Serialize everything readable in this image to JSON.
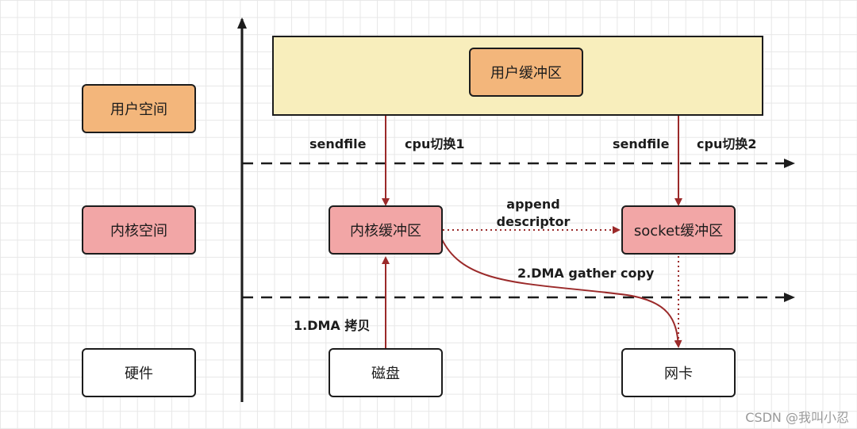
{
  "colors": {
    "user_space": "#f3b67b",
    "kernel_space": "#f2a6a6",
    "user_panel": "#f8eebc",
    "arrow": "#9b2a2a",
    "axis": "#1c1c1c"
  },
  "layers": {
    "user_space": "用户空间",
    "kernel_space": "内核空间",
    "hardware": "硬件"
  },
  "boxes": {
    "user_buffer": "用户缓冲区",
    "kernel_buffer": "内核缓冲区",
    "socket_buffer": "socket缓冲区",
    "disk": "磁盘",
    "nic": "网卡"
  },
  "labels": {
    "sendfile_1": "sendfile",
    "cpu_switch_1": "cpu切换1",
    "sendfile_2": "sendfile",
    "cpu_switch_2": "cpu切换2",
    "append_descriptor_line1": "append",
    "append_descriptor_line2": "descriptor",
    "dma_gather_copy": "2.DMA gather copy",
    "dma_copy": "1.DMA 拷贝"
  },
  "watermark": "CSDN @我叫小忍"
}
